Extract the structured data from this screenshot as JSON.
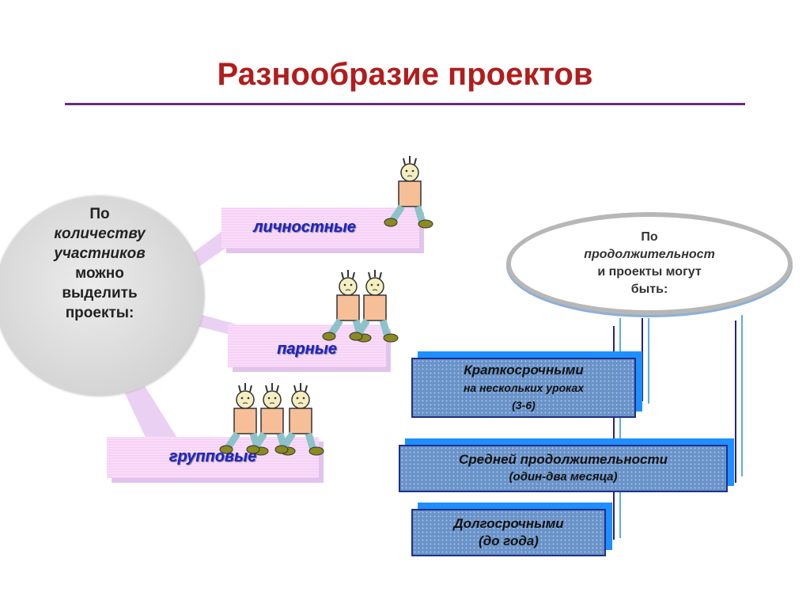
{
  "title": "Разнообразие проектов",
  "left": {
    "circle_lines": [
      "По",
      "количеству",
      "участников",
      "можно",
      "выделить",
      "проекты:"
    ],
    "items": [
      {
        "label": "личностные",
        "people": 1
      },
      {
        "label": "парные",
        "people": 2
      },
      {
        "label": "групповые",
        "people": 3
      }
    ]
  },
  "right": {
    "ellipse_lines": [
      "По",
      "продолжительност",
      "и проекты могут",
      "быть:"
    ],
    "boxes": [
      {
        "title": "Краткосрочными",
        "lines": [
          "на нескольких уроках",
          "(3-6)"
        ]
      },
      {
        "title": "Средней продолжительности",
        "lines": [
          "(один-два  месяца)"
        ]
      },
      {
        "title": "Долгосрочными",
        "lines": [
          "(до года)"
        ]
      }
    ]
  },
  "colors": {
    "title": "#b11d1d",
    "label": "#1c22c8",
    "box": "#6a93c9",
    "box_shadow": "#1f8fff"
  }
}
